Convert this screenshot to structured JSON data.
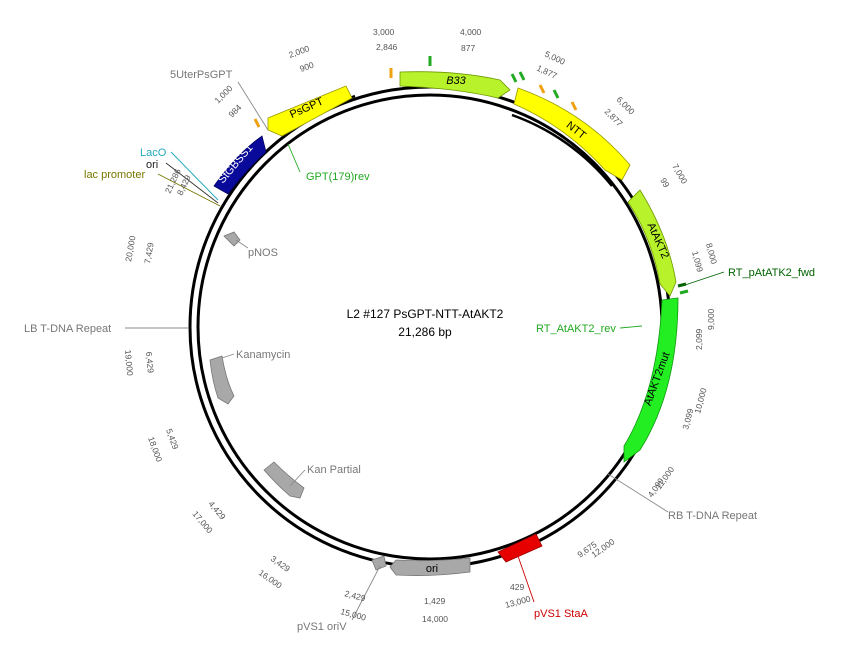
{
  "plasmid": {
    "name": "L2 #127 PsGPT-NTT-AtAKT2",
    "size_label": "21,286 bp"
  },
  "ticks": {
    "outer": [
      "1,000",
      "2,000",
      "3,000",
      "4,000",
      "5,000",
      "6,000",
      "7,000",
      "8,000",
      "9,000",
      "10,000",
      "11,000",
      "12,000",
      "13,000",
      "14,000",
      "15,000",
      "16,000",
      "17,000",
      "18,000",
      "19,000",
      "20,000"
    ],
    "inner": [
      "984",
      "900",
      "2,846",
      "877",
      "1,877",
      "2,877",
      "99",
      "1,099",
      "2,099",
      "3,099",
      "4,099",
      "9,675",
      "429",
      "1,429",
      "2,429",
      "3,429",
      "4,429",
      "5,429",
      "6,429",
      "7,429",
      "8,429",
      "21,286"
    ]
  },
  "features": {
    "psgpt": "PsGPT",
    "b33": "B33",
    "ntt": "NTT",
    "atakt2": "AtAKT2",
    "atakt2mut": "AtAKT2mut",
    "stgbss1": "StGBSS1",
    "ori": "ori"
  },
  "annotations": {
    "utr": "5UterPsGPT",
    "laco": "LacO",
    "ori_small": "ori",
    "lac_promoter": "lac promoter",
    "gpt_rev": "GPT(179)rev",
    "pnos": "pNOS",
    "kanamycin": "Kanamycin",
    "kan_partial": "Kan Partial",
    "lb_repeat": "LB T-DNA Repeat",
    "rt_fwd": "RT_pAtATK2_fwd",
    "rt_rev": "RT_AtAKT2_rev",
    "rb_repeat": "RB T-DNA Repeat",
    "pvs1_stab": "pVS1 StaA",
    "pvs1_oriv": "pVS1 oriV"
  },
  "colors": {
    "psgpt": "#ffff00",
    "b33": "#b8f22a",
    "ntt": "#ffff00",
    "atakt2": "#b8f22a",
    "atakt2mut": "#22ee22",
    "stgbss1": "#0a0a9a",
    "ori": "#a8a8a8",
    "pvs1_stab": "#e60000",
    "primer_green": "#22aa22",
    "primer_dark": "#006400",
    "orange": "#f0a010"
  }
}
